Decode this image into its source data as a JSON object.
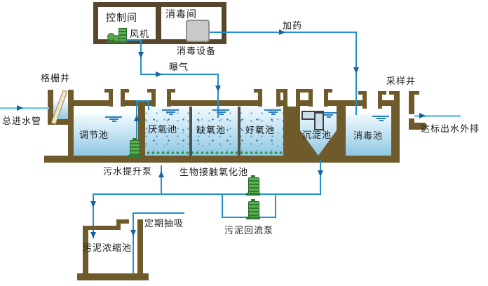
{
  "colors": {
    "tank_wall": "#6f5a2b",
    "frame": "#57472c",
    "pipe": "#2191cb",
    "pipe_light": "#7fcde9",
    "arrow": "#15629f",
    "water_top": "#f2fafd",
    "water_bottom": "#8fc8e3",
    "pump_green": "#5cb052",
    "equipment_gray": "#c9c9c9"
  },
  "top_box": {
    "control_room": "控制间",
    "fan": "风机",
    "disinfection_room": "消毒间",
    "disinfection_equipment": "消毒设备"
  },
  "flow_labels": {
    "dosing": "加药",
    "aeration": "曝气",
    "inlet": "总进水管",
    "outlet": "达标出水外排",
    "periodic_suction": "定期抽吸"
  },
  "wells": {
    "grille_well": "格栅井",
    "sampling_well": "采样井"
  },
  "tanks": {
    "regulating": "调节池",
    "anaerobic": "厌氧池",
    "anoxic": "缺氧池",
    "aerobic": "好氧池",
    "sedimentation": "沉淀池",
    "disinfection": "消毒池",
    "bio_contact": "生物接触氧化池",
    "sludge_thickening": "污泥浓缩池"
  },
  "pumps": {
    "sewage_lift": "污水提升泵",
    "sludge_return": "污泥回流泵"
  }
}
